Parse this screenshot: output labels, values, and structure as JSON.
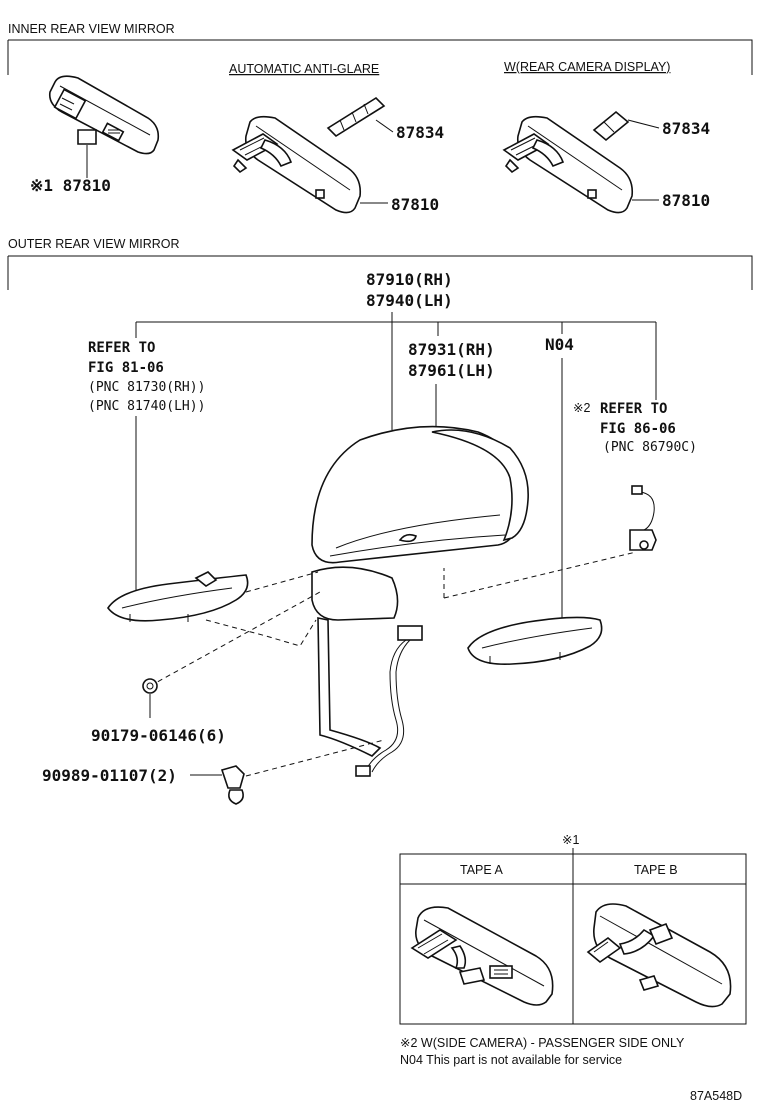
{
  "sections": {
    "inner": "INNER REAR VIEW MIRROR",
    "outer": "OUTER REAR VIEW MIRROR"
  },
  "inner": {
    "variant_auto": "AUTOMATIC ANTI-GLARE",
    "variant_camera": "W(REAR CAMERA DISPLAY)",
    "basic_mirror_label": "※1 87810",
    "auto_cover_label": "87834",
    "auto_mirror_label": "87810",
    "camera_cover_label": "87834",
    "camera_mirror_label": "87810"
  },
  "outer": {
    "assy_rh": "87910(RH)",
    "assy_lh": "87940(LH)",
    "refer_left": [
      "REFER TO",
      "FIG 81-06"
    ],
    "pnc_left": [
      "(PNC 81730(RH))",
      "(PNC 81740(LH))"
    ],
    "glass_rh": "87931(RH)",
    "glass_lh": "87961(LH)",
    "n04": "N04",
    "refer_right_mark": "※2",
    "refer_right": [
      "REFER TO",
      "FIG 86-06"
    ],
    "pnc_right": "(PNC 86790C)",
    "clip_label": "90179-06146(6)",
    "clamp_label": "90989-01107(2)"
  },
  "tapes": {
    "mark": "※1",
    "tape_a": "TAPE A",
    "tape_b": "TAPE B"
  },
  "notes": [
    "※2 W(SIDE CAMERA) - PASSENGER SIDE ONLY",
    "N04 This part is not available for service"
  ],
  "figure_code": "87A548D"
}
